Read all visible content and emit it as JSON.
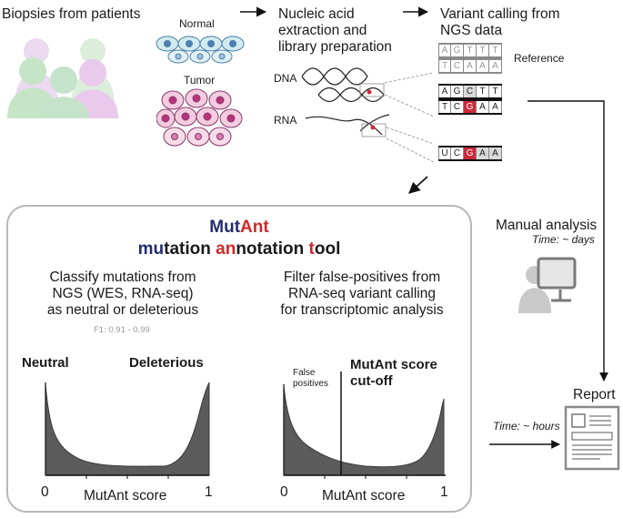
{
  "top": {
    "biopsies": "Biopsies from patients",
    "normal": "Normal",
    "tumor": "Tumor",
    "extraction": [
      "Nucleic acid",
      "extraction and",
      "library preparation"
    ],
    "dna": "DNA",
    "rna": "RNA",
    "variant_calling": [
      "Variant calling from",
      "NGS data"
    ],
    "reference": "Reference",
    "seq_ref1": [
      "A",
      "G",
      "T",
      "T",
      "T"
    ],
    "seq_ref2": [
      "T",
      "C",
      "A",
      "A",
      "A"
    ],
    "seq_alt1": [
      "A",
      "G",
      "C",
      "T",
      "T"
    ],
    "seq_alt2": [
      "T",
      "C",
      "G",
      "A",
      "A"
    ],
    "seq_rna": [
      "U",
      "C",
      "G",
      "A",
      "A"
    ]
  },
  "manual": {
    "label": "Manual analysis",
    "time": "Time: ~ days"
  },
  "report": {
    "label": "Report",
    "time": "Time: ~ hours"
  },
  "panel": {
    "name_part1": "Mut",
    "name_part2": "Ant",
    "subtitle_a": "mu",
    "subtitle_b": "tation ",
    "subtitle_c": "an",
    "subtitle_d": "notation ",
    "subtitle_e": "t",
    "subtitle_f": "ool",
    "left_desc": [
      "Classify mutations from",
      "NGS (WES, RNA-seq)",
      "as neutral or deleterious"
    ],
    "f1": "F1: 0.91 - 0.99",
    "right_desc": [
      "Filter false-positives from",
      "RNA-seq variant calling",
      "for transcriptomic analysis"
    ]
  },
  "chart_data": [
    {
      "type": "area",
      "annotations": [
        "Neutral",
        "Deleterious"
      ],
      "xlabel": "MutAnt score",
      "xticks": [
        "0",
        "1"
      ],
      "xlim": [
        0,
        1
      ]
    },
    {
      "type": "area",
      "annotations": [
        "False positives",
        "MutAnt score cut-off"
      ],
      "xlabel": "MutAnt score",
      "xticks": [
        "0",
        "1"
      ],
      "xlim": [
        0,
        1
      ]
    }
  ],
  "colors": {
    "navy": "#232d6e",
    "red": "#cc2a2a",
    "area": "#5b5b5b",
    "panel_border": "#b7b7b7"
  }
}
